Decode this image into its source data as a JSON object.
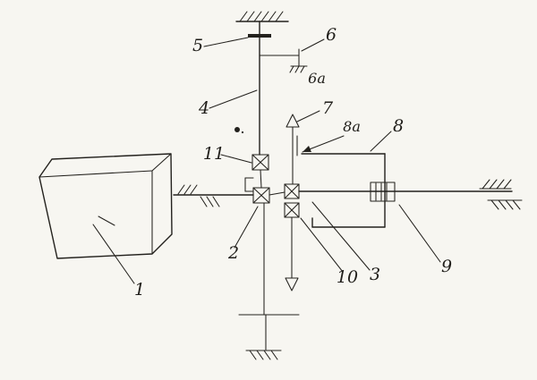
{
  "colors": {
    "paper": "#f7f6f1",
    "ink": "#23211d"
  },
  "labels": {
    "n1": "1",
    "n2": "2",
    "n3": "3",
    "n4": "4",
    "n5": "5",
    "n6": "6",
    "n6a": "6a",
    "n7": "7",
    "n8": "8",
    "n8a": "8a",
    "n9": "9",
    "n10": "10",
    "n11": "11"
  }
}
